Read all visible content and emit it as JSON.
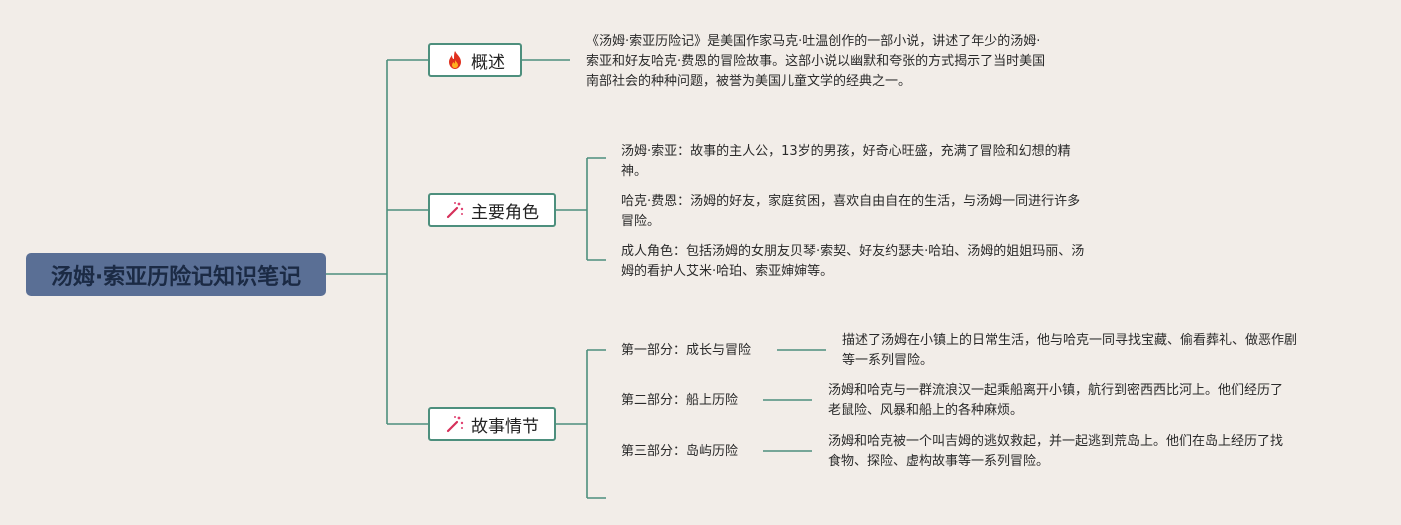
{
  "root": {
    "title": "汤姆·索亚历险记知识笔记"
  },
  "branches": {
    "overview": {
      "label": "概述",
      "icon": "fire-icon",
      "text_line1": "《汤姆·索亚历险记》是美国作家马克·吐温创作的一部小说，讲述了年少的汤姆·",
      "text_line2": "索亚和好友哈克·费恩的冒险故事。这部小说以幽默和夸张的方式揭示了当时美国",
      "text_line3": "南部社会的种种问题，被誉为美国儿童文学的经典之一。"
    },
    "characters": {
      "label": "主要角色",
      "icon": "magic-wand-icon",
      "items": [
        {
          "line1": "汤姆·索亚：故事的主人公，13岁的男孩，好奇心旺盛，充满了冒险和幻想的精",
          "line2": "神。"
        },
        {
          "line1": "哈克·费恩：汤姆的好友，家庭贫困，喜欢自由自在的生活，与汤姆一同进行许多",
          "line2": "冒险。"
        },
        {
          "line1": "成人角色：包括汤姆的女朋友贝琴·索契、好友约瑟夫·哈珀、汤姆的姐姐玛丽、汤",
          "line2": "姆的看护人艾米·哈珀、索亚婶婶等。"
        }
      ]
    },
    "plot": {
      "label": "故事情节",
      "icon": "magic-wand-icon",
      "parts": [
        {
          "title": "第一部分：成长与冒险",
          "line1": "描述了汤姆在小镇上的日常生活，他与哈克一同寻找宝藏、偷看葬礼、做恶作剧",
          "line2": "等一系列冒险。"
        },
        {
          "title": "第二部分：船上历险",
          "line1": "汤姆和哈克与一群流浪汉一起乘船离开小镇，航行到密西西比河上。他们经历了",
          "line2": "老鼠险、风暴和船上的各种麻烦。"
        },
        {
          "title": "第三部分：岛屿历险",
          "line1": "汤姆和哈克被一个叫吉姆的逃奴救起，并一起逃到荒岛上。他们在岛上经历了找",
          "line2": "食物、探险、虚构故事等一系列冒险。"
        }
      ]
    }
  },
  "colors": {
    "connector": "#4d8f7d",
    "root_bg": "#5a6f95",
    "background": "#f2ede8"
  }
}
